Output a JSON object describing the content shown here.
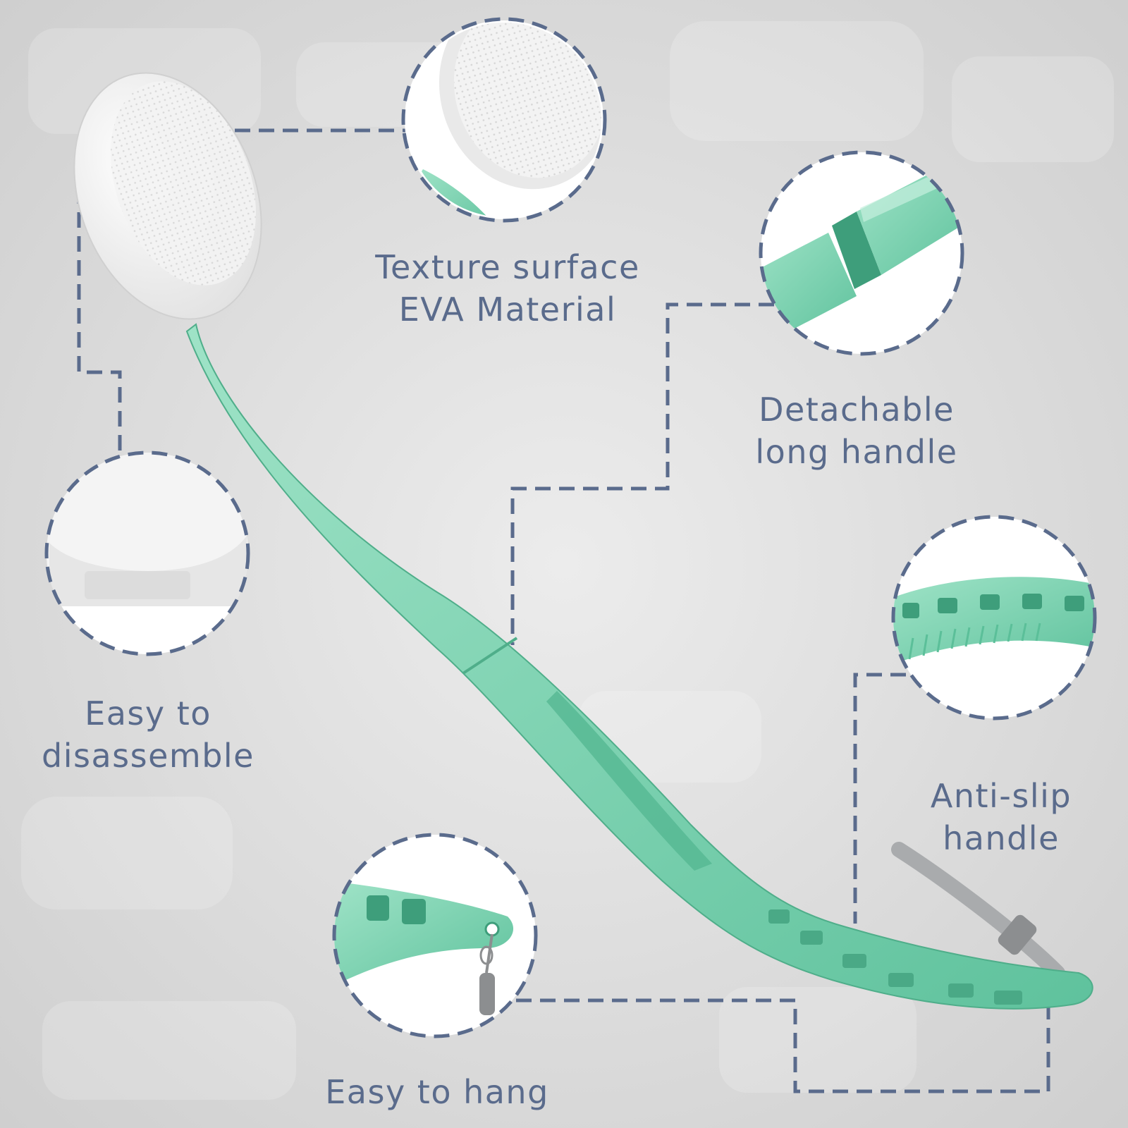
{
  "theme": {
    "background": "#dcdcdc",
    "label_color": "#5a6b8c",
    "dash_color": "#5a6b8c",
    "handle_green": "#7fd4b3",
    "head_white": "#f6f6f6",
    "strap_gray": "#a9abad"
  },
  "product": {
    "icon": "long-handle-bath-brush"
  },
  "callouts": [
    {
      "id": "texture",
      "lines": [
        "Texture surface",
        "EVA Material"
      ]
    },
    {
      "id": "detachable",
      "lines": [
        "Detachable",
        "long handle"
      ]
    },
    {
      "id": "disassemble",
      "lines": [
        "Easy to",
        "disassemble"
      ]
    },
    {
      "id": "anti-slip",
      "lines": [
        "Anti-slip",
        "handle"
      ]
    },
    {
      "id": "hang",
      "lines": [
        "Easy to hang"
      ]
    }
  ]
}
